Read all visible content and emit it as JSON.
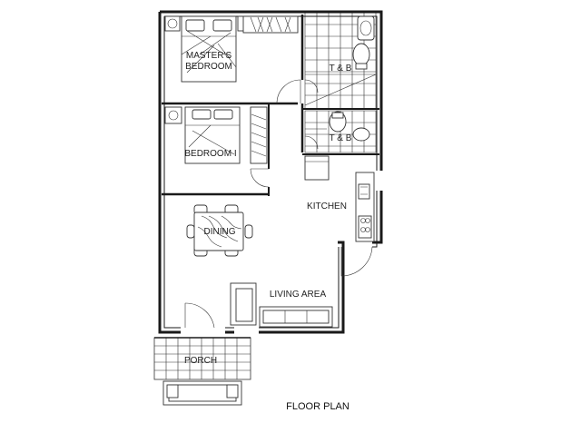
{
  "plan": {
    "title": "FLOOR PLAN",
    "rooms": {
      "master_bedroom": [
        "MASTER'S",
        "BEDROOM"
      ],
      "bedroom_1": "BEDROOM I",
      "toilet_bath_upper": "T & B",
      "toilet_bath_lower": "T & B",
      "kitchen": "KITCHEN",
      "dining": "DINING",
      "living_area": "LIVING AREA",
      "porch": "PORCH"
    }
  }
}
